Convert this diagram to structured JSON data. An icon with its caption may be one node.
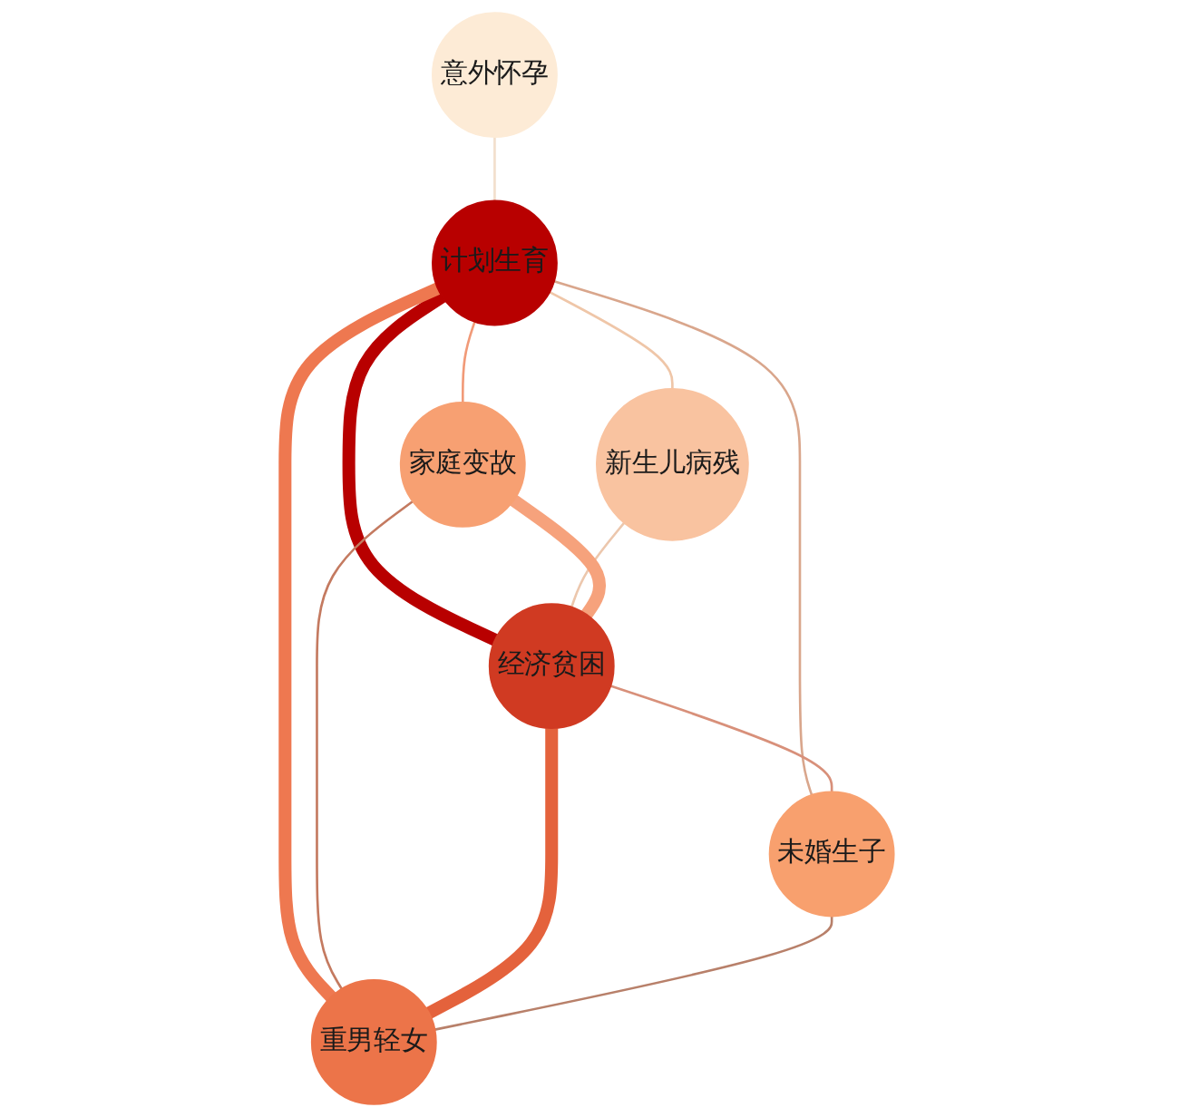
{
  "diagram": {
    "nodes": [
      {
        "text": [
          "意外怀孕"
        ]
      },
      {
        "text": [
          "新生儿病残"
        ]
      },
      {
        "text": [
          "计划生育"
        ]
      },
      {
        "text": [
          "家庭变故"
        ]
      },
      {
        "text": [
          "经济贫困"
        ]
      },
      {
        "text": [
          "未婚生子"
        ]
      },
      {
        "text": [
          "重男轻女"
        ]
      }
    ],
    "edges": [
      {
        "from": 0,
        "to": 2,
        "arrow": "none",
        "color": "#f2dfcc"
      },
      {
        "from": 2,
        "to": 1,
        "arrow": "none",
        "color": "#efc6a8"
      },
      {
        "from": 2,
        "to": 3,
        "arrow": "none",
        "color": "#f19a78"
      },
      {
        "from": 2,
        "to": 4,
        "arrow": "none",
        "style": "thick",
        "color": "#b80000"
      },
      {
        "from": 2,
        "to": 5,
        "arrow": "none",
        "color": "#d9a68c"
      },
      {
        "from": 2,
        "to": 6,
        "arrow": "none",
        "style": "thick",
        "color": "#ee7850"
      },
      {
        "from": 1,
        "to": 4,
        "arrow": "none",
        "color": "#ecc7ad"
      },
      {
        "from": 3,
        "to": 4,
        "arrow": "none",
        "style": "thick",
        "color": "#f6a27c"
      },
      {
        "from": 4,
        "to": 5,
        "arrow": "none",
        "color": "#d8907a"
      },
      {
        "from": 3,
        "to": 6,
        "arrow": "none",
        "color": "#c47a60"
      },
      {
        "from": 4,
        "to": 6,
        "arrow": "none",
        "style": "thick",
        "color": "#e4623c"
      },
      {
        "from": 5,
        "to": 6,
        "arrow": "none",
        "color": "#b8806a"
      }
    ]
  }
}
